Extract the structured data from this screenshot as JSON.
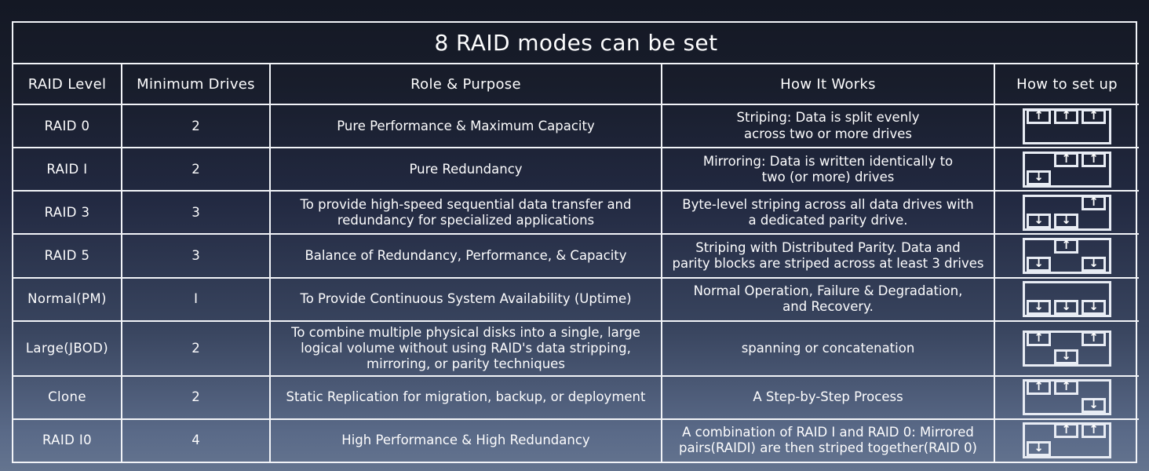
{
  "title": "8 RAID modes can be set",
  "columns": [
    {
      "key": "level",
      "label": "RAID Level"
    },
    {
      "key": "min",
      "label": "Minimum Drives"
    },
    {
      "key": "role",
      "label": "Role & Purpose"
    },
    {
      "key": "works",
      "label": "How It Works"
    },
    {
      "key": "setup",
      "label": "How to set up"
    }
  ],
  "rows": [
    {
      "level": "RAID 0",
      "min": "2",
      "role": "Pure Performance & Maximum Capacity",
      "works": "Striping: Data is split evenly\nacross two or more drives",
      "setup": {
        "slots": [
          {
            "col": 0,
            "row": 0,
            "arrow": "up"
          },
          {
            "col": 1,
            "row": 0,
            "arrow": "up"
          },
          {
            "col": 2,
            "row": 0,
            "arrow": "up"
          }
        ]
      }
    },
    {
      "level": "RAID I",
      "min": "2",
      "role": "Pure Redundancy",
      "works": "Mirroring: Data is written identically to\ntwo (or more) drives",
      "setup": {
        "slots": [
          {
            "col": 1,
            "row": 0,
            "arrow": "up"
          },
          {
            "col": 2,
            "row": 0,
            "arrow": "up"
          },
          {
            "col": 0,
            "row": 1,
            "arrow": "down"
          }
        ]
      }
    },
    {
      "level": "RAID 3",
      "min": "3",
      "role": "To provide high-speed sequential data transfer and\nredundancy for specialized applications",
      "works": "Byte-level striping across all data drives with\na dedicated parity drive.",
      "setup": {
        "slots": [
          {
            "col": 2,
            "row": 0,
            "arrow": "up"
          },
          {
            "col": 0,
            "row": 1,
            "arrow": "down"
          },
          {
            "col": 1,
            "row": 1,
            "arrow": "down"
          }
        ]
      }
    },
    {
      "level": "RAID 5",
      "min": "3",
      "role": "Balance of Redundancy, Performance, & Capacity",
      "works": "Striping with Distributed Parity. Data and\nparity blocks are striped across at least 3 drives",
      "setup": {
        "slots": [
          {
            "col": 1,
            "row": 0,
            "arrow": "up"
          },
          {
            "col": 0,
            "row": 1,
            "arrow": "down"
          },
          {
            "col": 2,
            "row": 1,
            "arrow": "down"
          }
        ]
      }
    },
    {
      "level": "Normal(PM)",
      "min": "I",
      "role": "To Provide Continuous System Availability (Uptime)",
      "works": "Normal Operation, Failure & Degradation,\nand Recovery.",
      "setup": {
        "slots": [
          {
            "col": 0,
            "row": 1,
            "arrow": "down"
          },
          {
            "col": 1,
            "row": 1,
            "arrow": "down"
          },
          {
            "col": 2,
            "row": 1,
            "arrow": "down"
          }
        ]
      }
    },
    {
      "level": "Large(JBOD)",
      "min": "2",
      "role": "To combine multiple physical disks into a single, large\nlogical volume without using RAID's data stripping,\nmirroring, or parity techniques",
      "works": "spanning or concatenation",
      "setup": {
        "slots": [
          {
            "col": 0,
            "row": 0,
            "arrow": "up"
          },
          {
            "col": 2,
            "row": 0,
            "arrow": "up"
          },
          {
            "col": 1,
            "row": 1,
            "arrow": "down"
          }
        ]
      }
    },
    {
      "level": "Clone",
      "min": "2",
      "role": "Static Replication for migration, backup, or deployment",
      "works": "A Step-by-Step Process",
      "setup": {
        "slots": [
          {
            "col": 0,
            "row": 0,
            "arrow": "up"
          },
          {
            "col": 1,
            "row": 0,
            "arrow": "up"
          },
          {
            "col": 2,
            "row": 1,
            "arrow": "down"
          }
        ]
      }
    },
    {
      "level": "RAID I0",
      "min": "4",
      "role": "High Performance & High Redundancy",
      "works": "A combination of RAID I and RAID 0: Mirrored\npairs(RAIDI) are then striped together(RAID 0)",
      "setup": {
        "slots": [
          {
            "col": 1,
            "row": 0,
            "arrow": "up"
          },
          {
            "col": 2,
            "row": 0,
            "arrow": "up"
          },
          {
            "col": 0,
            "row": 1,
            "arrow": "down"
          }
        ]
      }
    }
  ],
  "icons": {
    "arrow_up": "↑",
    "arrow_down": "↓"
  },
  "colors": {
    "border": "#f2f4f8",
    "text": "#fdfdfe",
    "bg_top": "#141824",
    "bg_bottom": "#64748f"
  }
}
